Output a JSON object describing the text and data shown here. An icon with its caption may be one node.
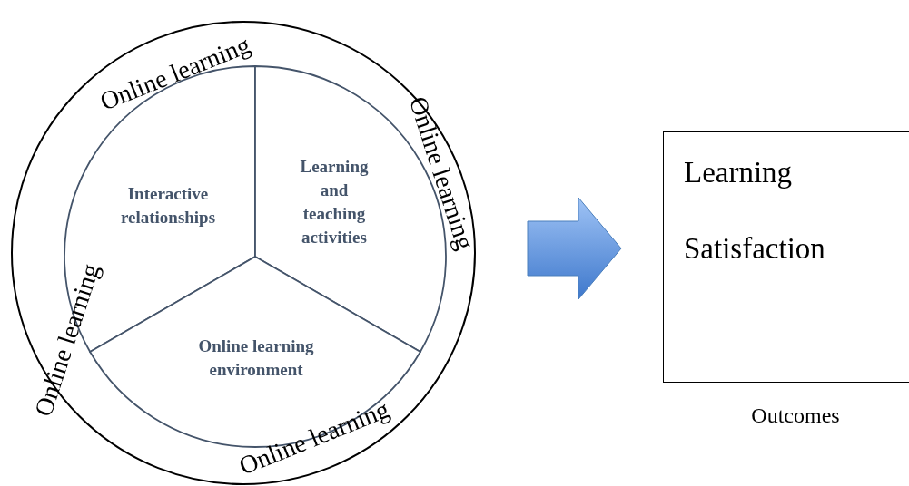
{
  "diagram": {
    "nodes": [
      {
        "text": [
          "Online learning",
          "Online learning",
          "Online learning",
          "Online learning"
        ]
      },
      {
        "text": [
          "Interactive relationships"
        ],
        "in": 0
      },
      {
        "text": [
          "Learning and teaching activities"
        ],
        "in": 0
      },
      {
        "text": [
          "Online learning environment"
        ],
        "in": 0
      },
      {
        "text": [
          "Learning",
          "Satisfaction"
        ],
        "beside": [
          "Outcomes"
        ]
      }
    ],
    "edges": [
      {
        "from": 0,
        "to": 4,
        "arrow": "to",
        "style": "thick"
      }
    ]
  }
}
